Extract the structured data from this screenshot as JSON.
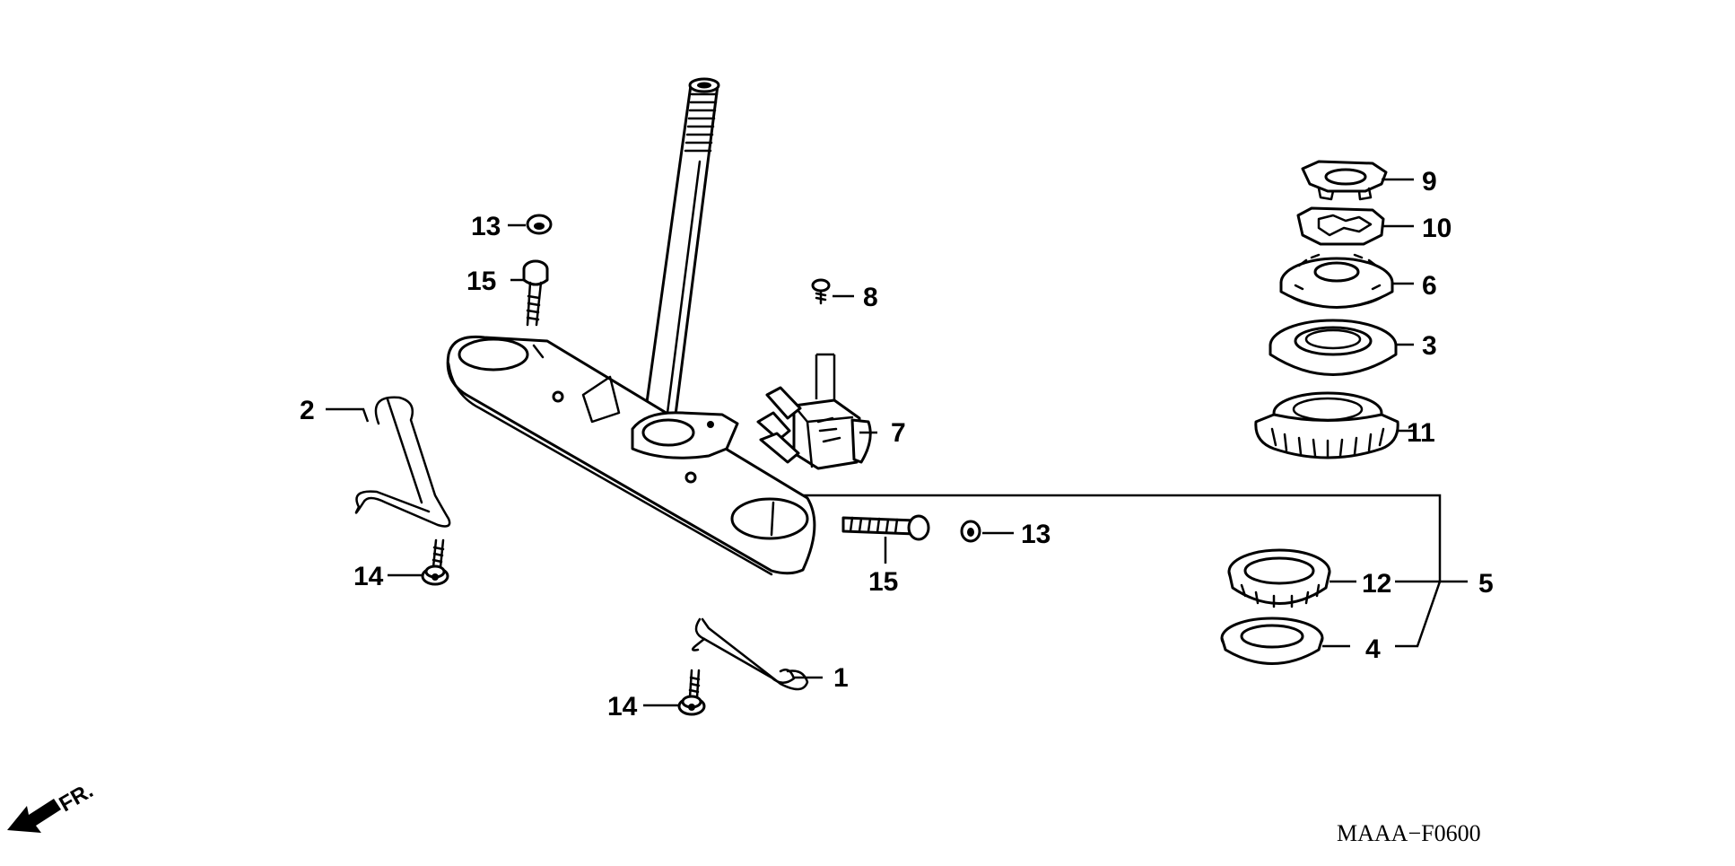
{
  "diagram": {
    "drawing_code": "MAAA−F0600",
    "front_indicator": "FR.",
    "callouts": {
      "c1": "1",
      "c2": "2",
      "c3": "3",
      "c4": "4",
      "c5": "5",
      "c6": "6",
      "c7": "7",
      "c8": "8",
      "c9": "9",
      "c10": "10",
      "c11": "11",
      "c12": "12",
      "c13a": "13",
      "c13b": "13",
      "c14a": "14",
      "c14b": "14",
      "c15a": "15",
      "c15b": "15"
    }
  }
}
